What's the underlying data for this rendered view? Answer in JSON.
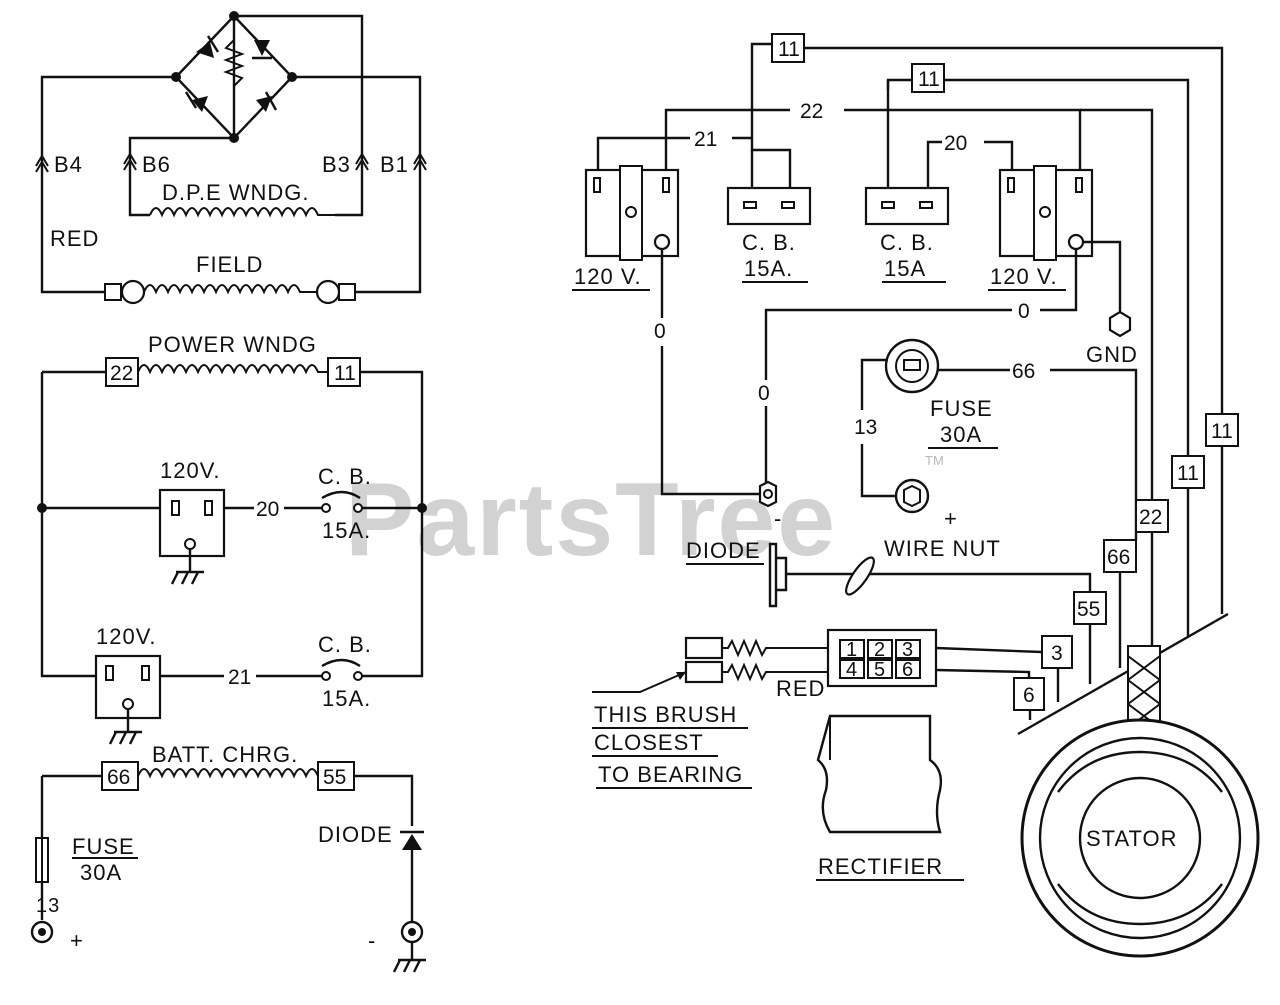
{
  "watermark": {
    "text": "PartsTree",
    "tm": "TM"
  },
  "left": {
    "top": {
      "b4": "B4",
      "b6": "B6",
      "b3": "B3",
      "b1": "B1",
      "dpe": "D.P.E WNDG.",
      "red": "RED",
      "field": "FIELD"
    },
    "power": {
      "title": "POWER WNDG",
      "tag22": "22",
      "tag11": "11",
      "v1": "120V.",
      "w20": "20",
      "cb1": "C. B.",
      "cb1_rating": "15A.",
      "v2": "120V.",
      "w21": "21",
      "cb2": "C. B.",
      "cb2_rating": "15A."
    },
    "batt": {
      "title": "BATT. CHRG.",
      "tag66": "66",
      "tag55": "55",
      "fuse": "FUSE",
      "fuse_rating": "30A",
      "w13": "13",
      "plus": "+",
      "minus": "-",
      "diode": "DIODE"
    }
  },
  "right": {
    "tag11a": "11",
    "tag11b": "11",
    "w22": "22",
    "w21": "21",
    "w20": "20",
    "cb_a": "C. B.",
    "cb_a_rating": "15A.",
    "cb_b": "C. B.",
    "cb_b_rating": "15A",
    "v_a": "120 V.",
    "v_b": "120 V.",
    "w0a": "0",
    "w0b": "0",
    "w0c": "0",
    "gnd": "GND",
    "w66": "66",
    "fuse": "FUSE",
    "fuse_rating": "30A",
    "w13": "13",
    "minus": "-",
    "plus": "+",
    "diode": "DIODE",
    "wire_nut": "WIRE NUT",
    "tag66": "66",
    "tag55": "55",
    "tag22": "22",
    "tag11c": "11",
    "tag11d": "11",
    "tag3": "3",
    "tag6": "6",
    "term1": "1",
    "term2": "2",
    "term3": "3",
    "term4": "4",
    "term5": "5",
    "term6": "6",
    "red": "RED",
    "brush1": "THIS BRUSH",
    "brush2": "CLOSEST",
    "brush3": "TO BEARING",
    "rectifier": "RECTIFIER",
    "stator": "STATOR"
  }
}
